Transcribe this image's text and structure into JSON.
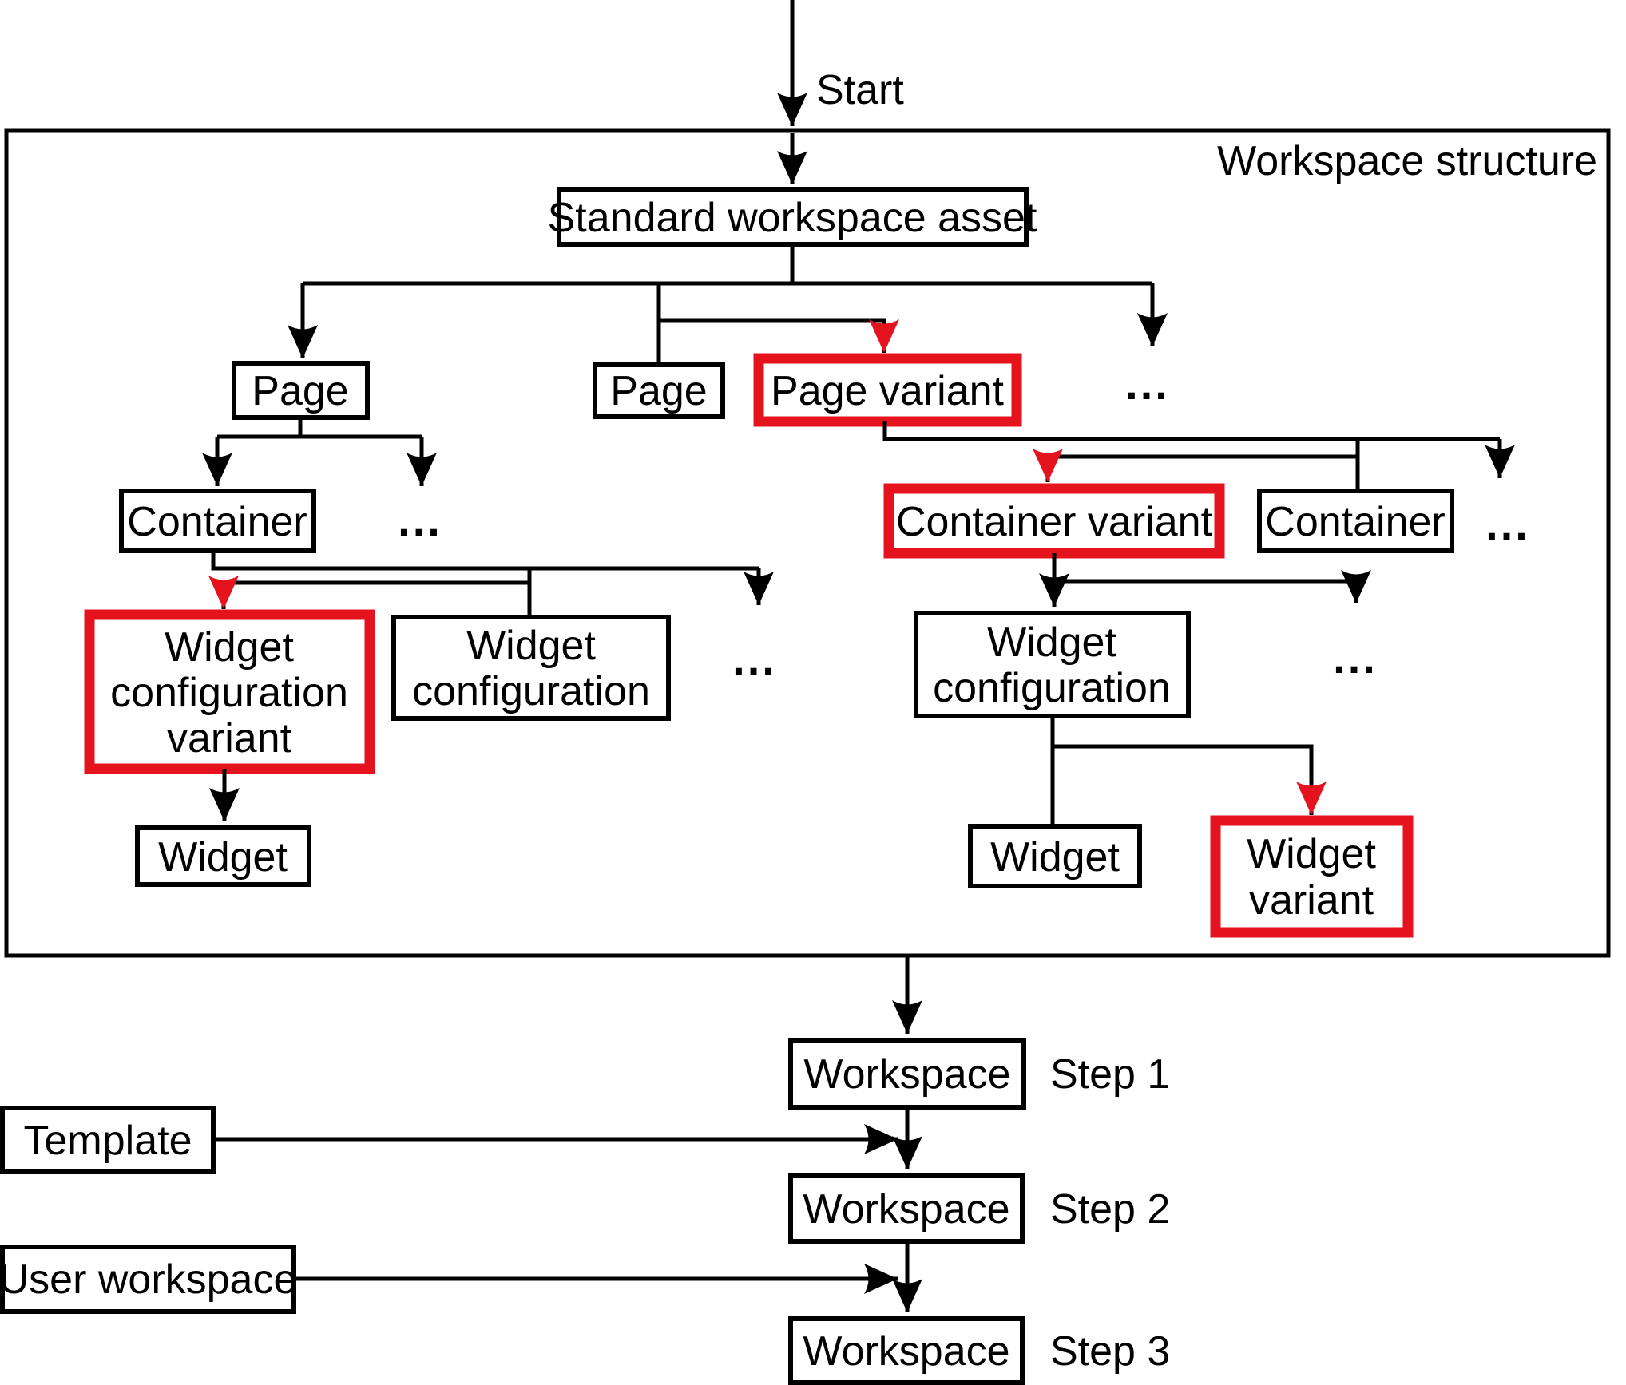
{
  "diagram": {
    "start_label": "Start",
    "frame_title": "Workspace structure",
    "ellipsis": "...",
    "colors": {
      "line": "#000000",
      "variant_red": "#e4131e"
    },
    "nodes": {
      "asset": {
        "label": "Standard workspace asset"
      },
      "page_left": {
        "label": "Page"
      },
      "page_mid": {
        "label": "Page"
      },
      "page_variant": {
        "label": "Page variant"
      },
      "container_left": {
        "label": "Container"
      },
      "widget_config_variant": {
        "lines": [
          "Widget",
          "configuration",
          "variant"
        ]
      },
      "widget_config_left": {
        "lines": [
          "Widget",
          "configuration"
        ]
      },
      "widget_left": {
        "label": "Widget"
      },
      "container_variant": {
        "label": "Container variant"
      },
      "container_right": {
        "label": "Container"
      },
      "widget_config_right": {
        "lines": [
          "Widget",
          "configuration"
        ]
      },
      "widget_right": {
        "label": "Widget"
      },
      "widget_variant": {
        "lines": [
          "Widget",
          "variant"
        ]
      },
      "workspace_step1": {
        "label": "Workspace"
      },
      "workspace_step2": {
        "label": "Workspace"
      },
      "workspace_step3": {
        "label": "Workspace"
      },
      "template": {
        "label": "Template"
      },
      "user_workspace": {
        "label": "User workspace"
      }
    },
    "steps": {
      "step1": "Step 1",
      "step2": "Step 2",
      "step3": "Step 3"
    }
  }
}
